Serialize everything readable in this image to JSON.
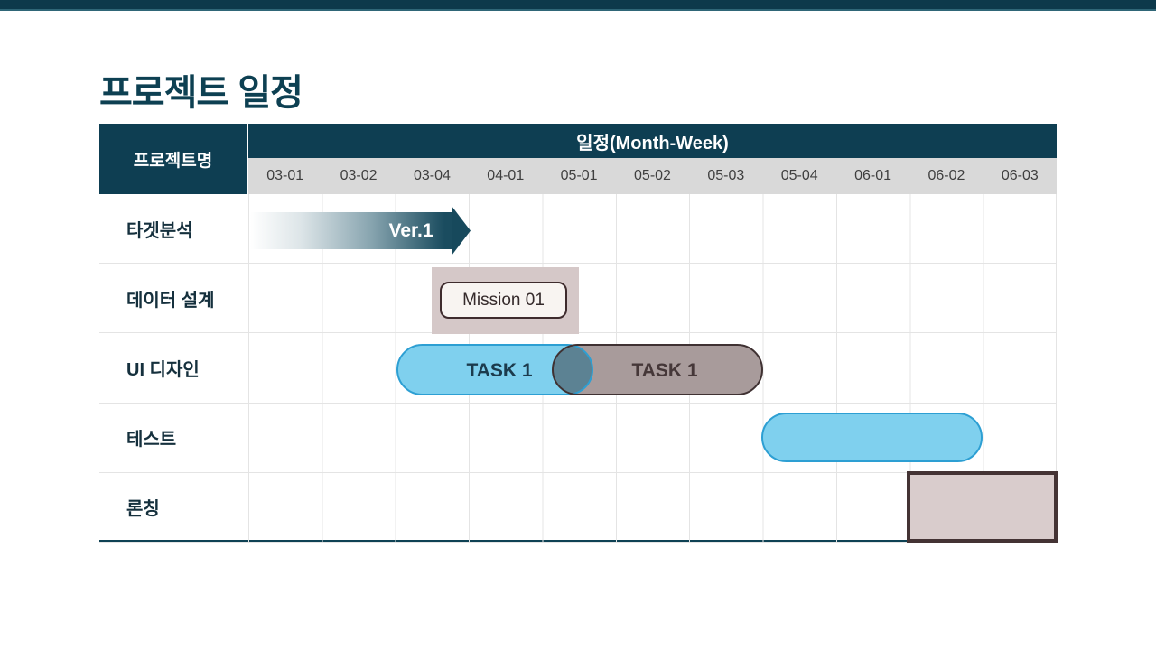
{
  "ui": {
    "title": "프로젝트 일정",
    "table": {
      "project_col_header": "프로젝트명",
      "schedule_header": "일정(Month-Week)",
      "weeks": [
        "03-01",
        "03-02",
        "03-04",
        "04-01",
        "05-01",
        "05-02",
        "05-03",
        "05-04",
        "06-01",
        "06-02",
        "06-03"
      ],
      "rows": [
        {
          "label": "타겟분석",
          "bar_label": "Ver.1"
        },
        {
          "label": "데이터 설계",
          "bar_label": "Mission 01"
        },
        {
          "label": "UI 디자인",
          "bar1_label": "TASK 1",
          "bar2_label": "TASK 1"
        },
        {
          "label": "테스트",
          "bar_label": ""
        },
        {
          "label": "론칭",
          "bar_label": ""
        }
      ]
    }
  },
  "chart_data": {
    "type": "gantt",
    "title": "프로젝트 일정",
    "x_axis_label": "일정(Month-Week)",
    "week_columns": [
      "03-01",
      "03-02",
      "03-04",
      "04-01",
      "05-01",
      "05-02",
      "05-03",
      "05-04",
      "06-01",
      "06-02",
      "06-03"
    ],
    "row_header": "프로젝트명",
    "tasks": [
      {
        "name": "타겟분석",
        "bars": [
          {
            "shape": "gradient-arrow",
            "label": "Ver.1",
            "start_col": 0.0,
            "end_col": 3.0,
            "gradient": [
              "#ffffff",
              "#17495c"
            ]
          }
        ]
      },
      {
        "name": "데이터 설계",
        "bars": [
          {
            "shape": "highlight-block",
            "label": "",
            "start_col": 2.5,
            "end_col": 4.5,
            "fill": "#d5c8c8"
          },
          {
            "shape": "outlined-box",
            "label": "Mission 01",
            "start_col": 2.6,
            "end_col": 4.35,
            "fill": "#f8f4f1",
            "border": "#3e2b2d"
          }
        ]
      },
      {
        "name": "UI 디자인",
        "bars": [
          {
            "shape": "pill",
            "label": "TASK 1",
            "start_col": 2.0,
            "end_col": 4.68,
            "fill": "#7fd0ee",
            "border": "#2d9fd3"
          },
          {
            "shape": "pill",
            "label": "TASK 1",
            "start_col": 4.14,
            "end_col": 7.0,
            "fill": "#a89b9b",
            "border": "#3f3132"
          }
        ],
        "overlap_fill": "#5c8293"
      },
      {
        "name": "테스트",
        "bars": [
          {
            "shape": "pill",
            "label": "",
            "start_col": 7.0,
            "end_col": 10.0,
            "fill": "#7fd0ee",
            "border": "#2d9fd3"
          }
        ]
      },
      {
        "name": "론칭",
        "bars": [
          {
            "shape": "rect",
            "label": "",
            "start_col": 9.0,
            "end_col": 11.0,
            "fill": "#d9cccc",
            "border": "#443334"
          }
        ]
      }
    ],
    "layout": {
      "grid": true,
      "columns": 11
    }
  },
  "colors": {
    "accent_teal": "#0e3e52",
    "top_bar": "#0d394b",
    "header_week_bg": "#d9d9d9",
    "grid_line": "#e4e4e4",
    "arrow_dark": "#17495c",
    "pill_blue_fill": "#7fd0ee",
    "pill_blue_border": "#2d9fd3",
    "pill_gray_fill": "#a89b9b",
    "pill_gray_border": "#3f3132",
    "overlap": "#5c8293",
    "mission_block_bg": "#d5c8c8",
    "mission_box_bg": "#f8f4f1",
    "mission_box_border": "#3e2b2d",
    "launch_fill": "#d9cccc",
    "launch_border": "#443334",
    "bottom_rule": "#0e4254",
    "title_text": "#0d4052",
    "row_label_text": "#15303d"
  }
}
